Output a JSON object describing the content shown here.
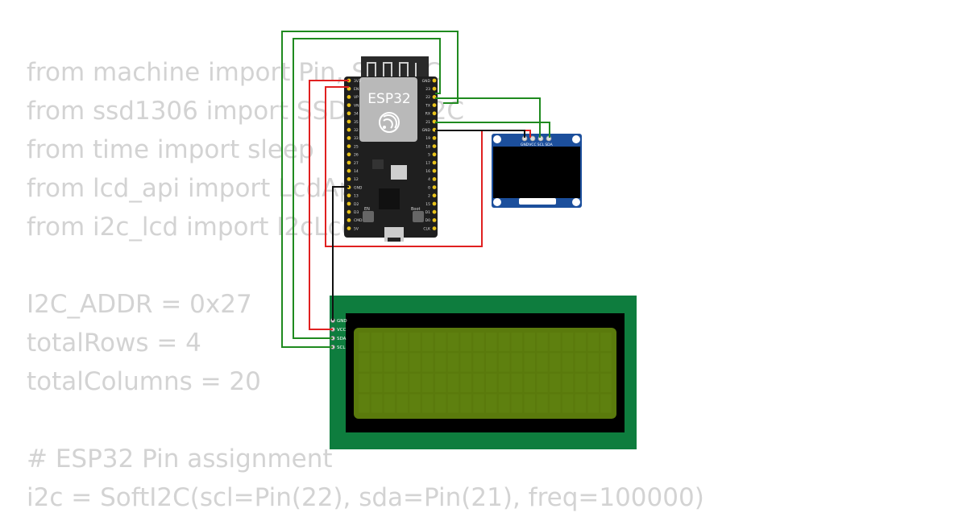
{
  "code_lines": [
    "from machine import Pin, SoftI2C",
    "from ssd1306 import SSD1306_I2C",
    "from time import sleep",
    "from lcd_api import LcdApi",
    "from i2c_lcd import I2cLcd",
    "",
    "I2C_ADDR = 0x27",
    "totalRows = 4",
    "totalColumns = 20",
    "",
    "# ESP32 Pin assignment",
    "i2c = SoftI2C(scl=Pin(22), sda=Pin(21), freq=100000)"
  ],
  "esp32": {
    "chip_label": "ESP32",
    "left_pins": [
      "3V3",
      "EN",
      "VP",
      "VN",
      "34",
      "35",
      "32",
      "33",
      "25",
      "26",
      "27",
      "14",
      "12",
      "GND",
      "13",
      "D2",
      "D3",
      "CMD",
      "5V"
    ],
    "right_pins": [
      "GND",
      "23",
      "22",
      "TX",
      "RX",
      "21",
      "GND",
      "19",
      "18",
      "5",
      "17",
      "16",
      "4",
      "0",
      "2",
      "15",
      "D1",
      "D0",
      "CLK"
    ],
    "button_left": "EN",
    "button_right": "Boot"
  },
  "oled": {
    "pins": [
      "GND",
      "VCC",
      "SCL",
      "SDA"
    ]
  },
  "lcd": {
    "pins": [
      "GND",
      "VCC",
      "SDA",
      "SCL"
    ]
  },
  "colors": {
    "wire_green": "#1f8a1f",
    "wire_red": "#e02020",
    "wire_black": "#111111",
    "board": "#222222",
    "oled_pcb": "#1c4f9c",
    "lcd_pcb": "#0e7d3e",
    "lcd_screen": "#5a7a0c"
  }
}
